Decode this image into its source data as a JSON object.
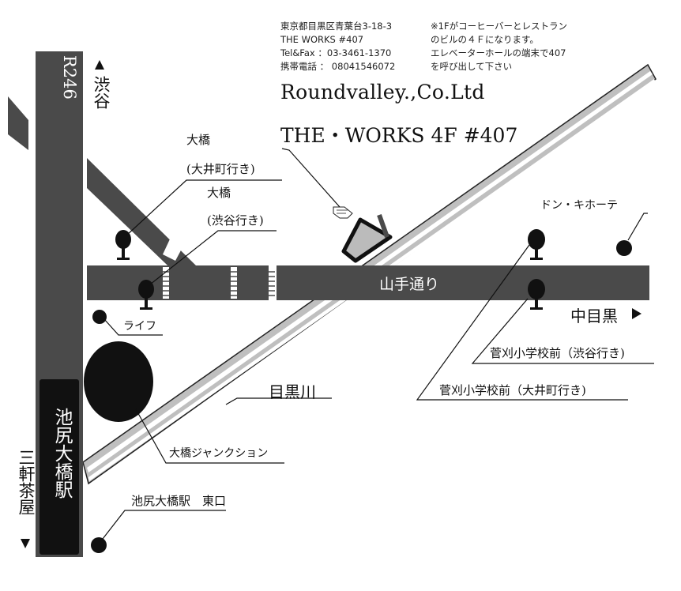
{
  "info": {
    "address": "東京都目黒区青葉台3-18-3",
    "building": "THE WORKS #407",
    "tel": "Tel&Fax ：03-3461-1370",
    "mobile": "携帯電話 ： 08041546072",
    "note1": "※1Fがコーヒーバーとレストラン",
    "note2": "のビルの４Ｆになります。",
    "note3": "エレベーターホールの端末で407",
    "note4": "を呼び出して下さい"
  },
  "company": "Roundvalley.,Co.Ltd",
  "office": "THE・WORKS 4F #407",
  "roads": {
    "r246": "R246",
    "yamate": "山手通り",
    "meguro_river": "目黒川"
  },
  "directions": {
    "shibuya": "渋谷",
    "nakameguro": "中目黒",
    "sangenjaya": "三軒茶屋"
  },
  "station": "池尻大橋駅",
  "places": {
    "ohashi_oimachi_line1": "大橋",
    "ohashi_oimachi_line2": "(大井町行き)",
    "ohashi_shibuya_line1": "大橋",
    "ohashi_shibuya_line2": "(渋谷行き)",
    "life": "ライフ",
    "junction": "大橋ジャンクション",
    "east_exit": "池尻大橋駅　東口",
    "donki": "ドン・キホーテ",
    "sugakari_shibuya": "菅刈小学校前（渋谷行き)",
    "sugakari_oimachi": "菅刈小学校前（大井町行き)"
  }
}
